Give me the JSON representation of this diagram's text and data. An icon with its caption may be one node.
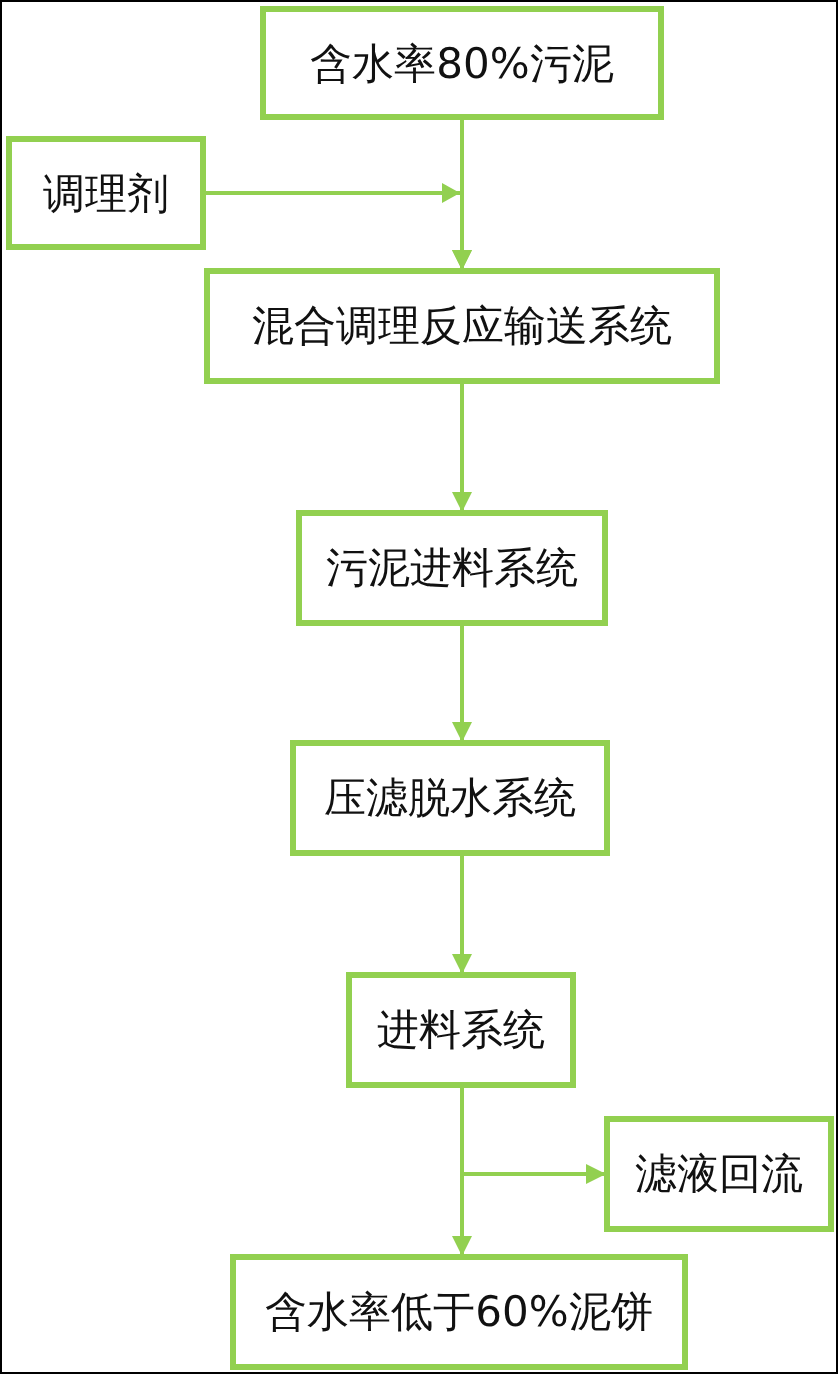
{
  "diagram": {
    "nodes": [
      {
        "text": [
          "含水率80%污泥"
        ]
      },
      {
        "text": [
          "调理剂"
        ]
      },
      {
        "text": [
          "混合调理反应输送系统"
        ]
      },
      {
        "text": [
          "污泥进料系统"
        ]
      },
      {
        "text": [
          "压滤脱水系统"
        ]
      },
      {
        "text": [
          "进料系统"
        ]
      },
      {
        "text": [
          "滤液回流"
        ]
      },
      {
        "text": [
          "含水率低于60%泥饼"
        ]
      }
    ],
    "edges": [
      {
        "from": 0,
        "to": 2,
        "arrow": "to"
      },
      {
        "from": 1,
        "to": 2,
        "arrow": "to"
      },
      {
        "from": 2,
        "to": 3,
        "arrow": "to"
      },
      {
        "from": 3,
        "to": 4,
        "arrow": "to"
      },
      {
        "from": 4,
        "to": 5,
        "arrow": "to"
      },
      {
        "from": 5,
        "to": 6,
        "arrow": "to"
      },
      {
        "from": 5,
        "to": 7,
        "arrow": "to"
      }
    ]
  }
}
